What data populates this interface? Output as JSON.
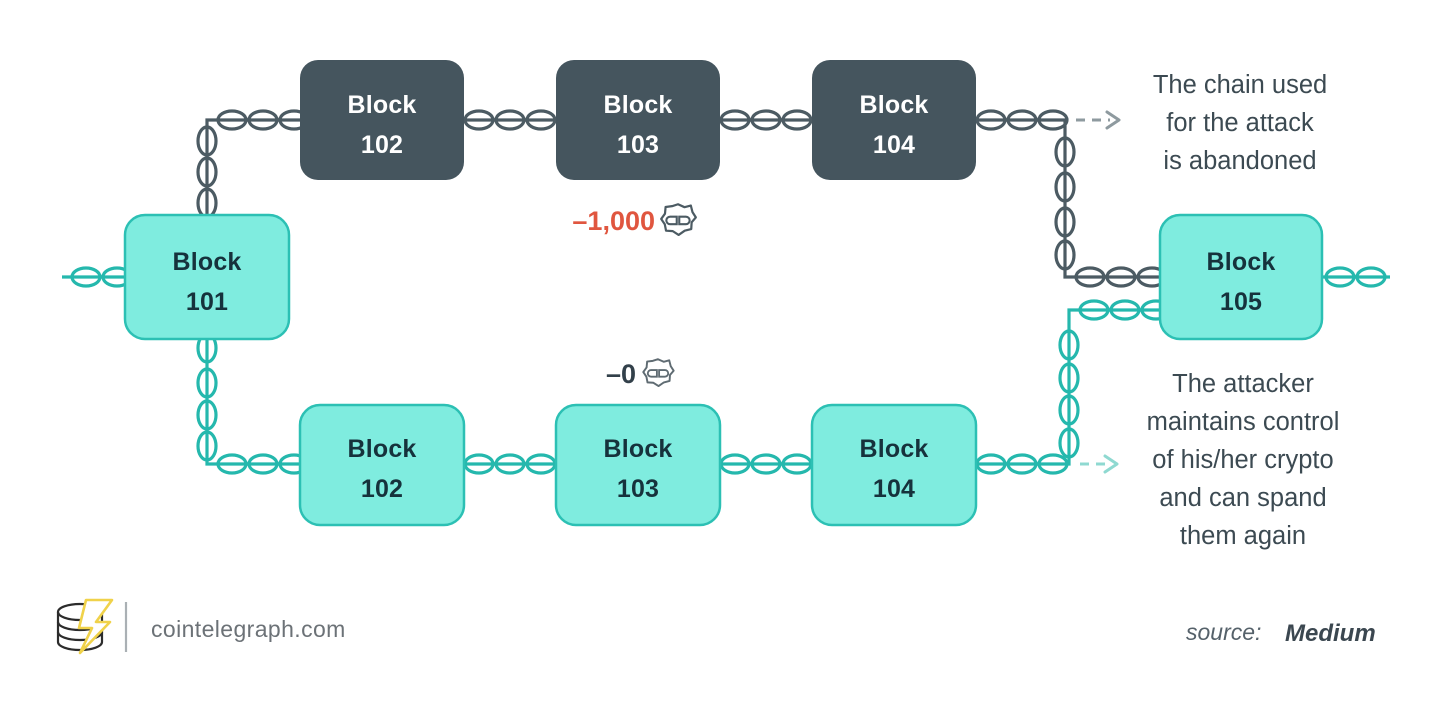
{
  "diagram": {
    "title": "51% attack chain reorganization diagram",
    "colors": {
      "dark_block_fill": "#45555e",
      "dark_block_text": "#ffffff",
      "teal_block_fill": "#7fecdf",
      "teal_block_border": "#2cc0b4",
      "teal_block_text": "#16323c",
      "dark_chain": "#4c5b63",
      "teal_chain": "#25b8ad",
      "negative_amount": "#e0563f",
      "zero_amount": "#32404a",
      "annotation_text": "#3c4a52",
      "footer_text": "#6c7277",
      "logo_accent": "#f0d24a",
      "background": "#ffffff"
    },
    "attack_chain": {
      "name": "abandoned-attack-chain",
      "blocks": [
        {
          "id": "dark-102",
          "line1": "Block",
          "line2": "102"
        },
        {
          "id": "dark-103",
          "line1": "Block",
          "line2": "103"
        },
        {
          "id": "dark-104",
          "line1": "Block",
          "line2": "104"
        }
      ],
      "amount": "–1,000",
      "amount_icon": "crypto-coin-icon",
      "annotation": [
        "The chain used",
        "for the attack",
        "is abandoned"
      ]
    },
    "attacker_chain": {
      "name": "attacker-controlled-chain",
      "blocks": [
        {
          "id": "teal-102",
          "line1": "Block",
          "line2": "102"
        },
        {
          "id": "teal-103",
          "line1": "Block",
          "line2": "103"
        },
        {
          "id": "teal-104",
          "line1": "Block",
          "line2": "104"
        }
      ],
      "amount": "–0",
      "amount_icon": "crypto-coin-icon",
      "annotation": [
        "The attacker",
        "maintains control",
        "of his/her crypto",
        "and can spand",
        "them again"
      ]
    },
    "common_blocks": [
      {
        "id": "teal-101",
        "line1": "Block",
        "line2": "101"
      },
      {
        "id": "teal-105",
        "line1": "Block",
        "line2": "105"
      }
    ]
  },
  "footer": {
    "logo_name": "cointelegraph-coins-bolt-logo",
    "url": "cointelegraph.com",
    "source_label": "source:",
    "source_value": "Medium"
  }
}
